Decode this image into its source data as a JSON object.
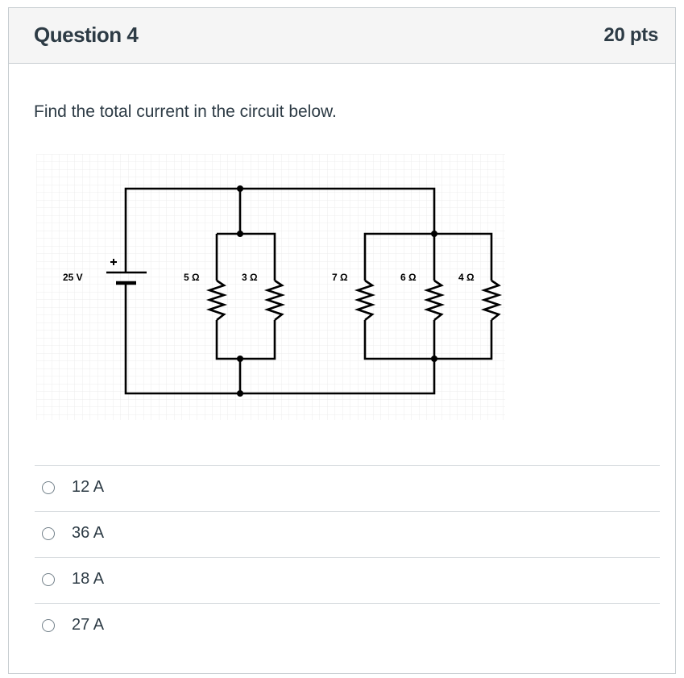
{
  "question": {
    "title": "Question 4",
    "points": "20 pts",
    "text": "Find the total current in the circuit below."
  },
  "circuit": {
    "battery_label": "25 V",
    "battery_polarity": "+",
    "resistor_labels": [
      "5 Ω",
      "3 Ω",
      "7 Ω",
      "6 Ω",
      "4 Ω"
    ]
  },
  "answers": [
    {
      "label": "12 A"
    },
    {
      "label": "36 A"
    },
    {
      "label": "18 A"
    },
    {
      "label": "27 A"
    }
  ]
}
